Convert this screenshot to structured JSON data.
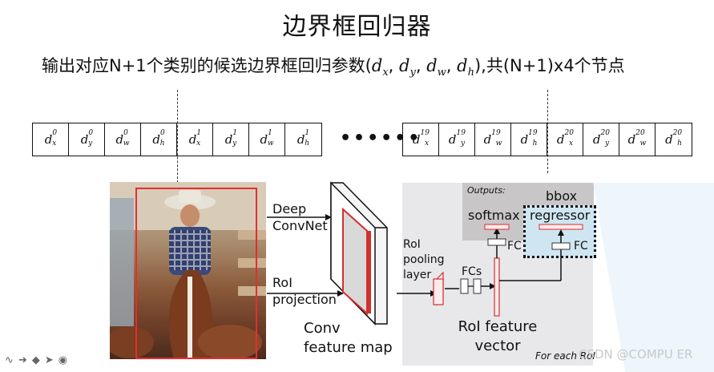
{
  "title": "边界框回归器",
  "subtitle": {
    "prefix": "输出对应N+1个类别的候选边界框回归参数(",
    "params": [
      "x",
      "y",
      "w",
      "h"
    ],
    "suffix": "),共(N+1)x4个节点"
  },
  "vector": {
    "left_cells": [
      {
        "base": "d",
        "sup": "0",
        "sub": "x"
      },
      {
        "base": "d",
        "sup": "0",
        "sub": "y"
      },
      {
        "base": "d",
        "sup": "0",
        "sub": "w"
      },
      {
        "base": "d",
        "sup": "0",
        "sub": "h"
      },
      {
        "base": "d",
        "sup": "1",
        "sub": "x"
      },
      {
        "base": "d",
        "sup": "1",
        "sub": "y"
      },
      {
        "base": "d",
        "sup": "1",
        "sub": "w"
      },
      {
        "base": "d",
        "sup": "1",
        "sub": "h"
      }
    ],
    "ellipsis": "••••••",
    "right_cells": [
      {
        "base": "d",
        "sup": "19",
        "sub": "x"
      },
      {
        "base": "d",
        "sup": "19",
        "sub": "y"
      },
      {
        "base": "d",
        "sup": "19",
        "sub": "w"
      },
      {
        "base": "d",
        "sup": "19",
        "sub": "h"
      },
      {
        "base": "d",
        "sup": "20",
        "sub": "x"
      },
      {
        "base": "d",
        "sup": "20",
        "sub": "y"
      },
      {
        "base": "d",
        "sup": "20",
        "sub": "w"
      },
      {
        "base": "d",
        "sup": "20",
        "sub": "h"
      }
    ]
  },
  "diagram": {
    "deep_convnet": "Deep\nConvNet",
    "roi_projection": "RoI\nprojection",
    "conv_feature_map": "Conv\nfeature map",
    "roi_pooling_layer": "RoI\npooling\nlayer",
    "fcs": "FCs",
    "roi_feature_vector": "RoI feature\nvector",
    "outputs": "Outputs:",
    "softmax": "softmax",
    "bbox": "bbox",
    "regressor": "regressor",
    "fc_left": "FC",
    "fc_right": "FC",
    "for_each": "For each RoI"
  },
  "watermark": "CSDN @COMPU ER",
  "colors": {
    "red_box": "#e03030",
    "panel": "#e8e8eb",
    "outputs_box": "#c9c6c8",
    "regressor_highlight": "#cfe6f2"
  }
}
